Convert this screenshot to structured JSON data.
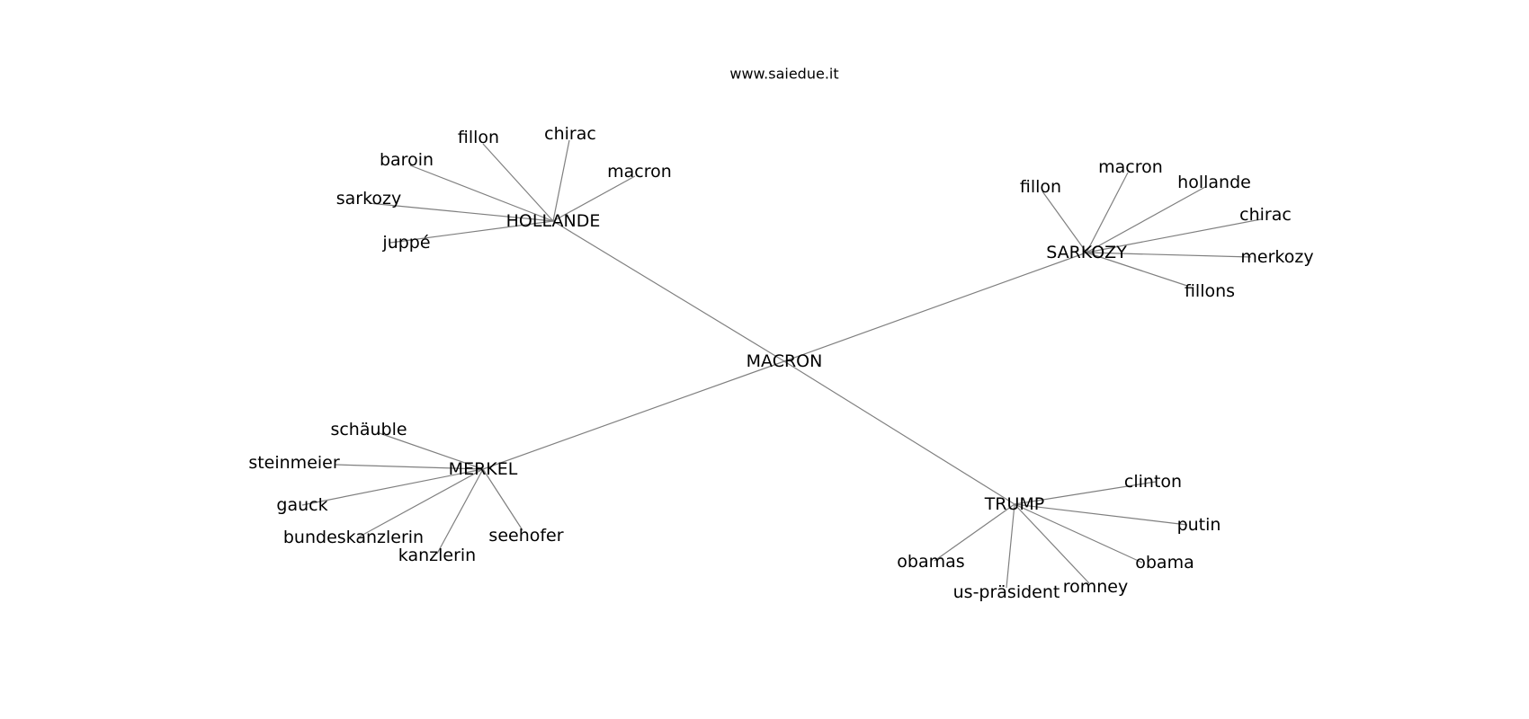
{
  "watermark": "www.saiedue.it",
  "colors": {
    "edge": "#7f7f7f",
    "text": "#000000",
    "background": "#ffffff"
  },
  "graph": {
    "center": "MACRON",
    "hubs": [
      {
        "name": "HOLLANDE",
        "neighbors": [
          "fillon",
          "chirac",
          "baroin",
          "macron",
          "sarkozy",
          "juppé"
        ]
      },
      {
        "name": "SARKOZY",
        "neighbors": [
          "fillon",
          "macron",
          "hollande",
          "chirac",
          "merkozy",
          "fillons"
        ]
      },
      {
        "name": "MERKEL",
        "neighbors": [
          "schäuble",
          "steinmeier",
          "gauck",
          "bundeskanzlerin",
          "kanzlerin",
          "seehofer"
        ]
      },
      {
        "name": "TRUMP",
        "neighbors": [
          "clinton",
          "putin",
          "obama",
          "romney",
          "us-präsident",
          "obamas"
        ]
      }
    ]
  }
}
